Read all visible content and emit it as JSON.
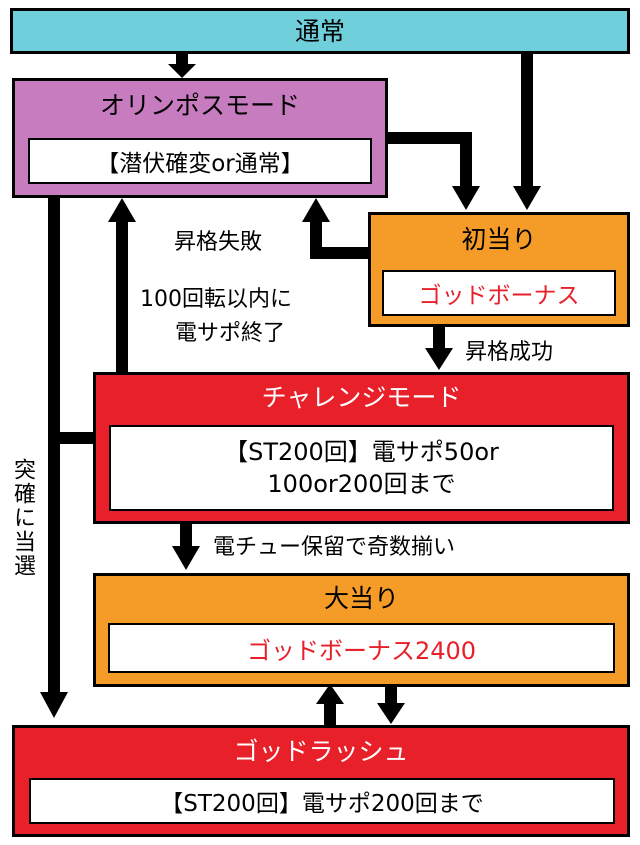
{
  "colors": {
    "normal_bg": "#6fd0dc",
    "olympus_bg": "#c87cc0",
    "hit_bg": "#f59b27",
    "challenge_bg": "#e8202a",
    "rush_bg": "#e8202a",
    "red_text": "#e8202a",
    "white_text": "#ffffff"
  },
  "nodes": {
    "normal": {
      "title": "通常"
    },
    "olympus": {
      "title": "オリンポスモード",
      "detail": "【潜伏確変or通常】"
    },
    "first_hit": {
      "title": "初当り",
      "detail": "ゴッドボーナス"
    },
    "challenge": {
      "title": "チャレンジモード",
      "detail_line1": "【ST200回】電サポ50or",
      "detail_line2": "100or200回まで"
    },
    "big_hit": {
      "title": "大当り",
      "detail": "ゴッドボーナス2400"
    },
    "god_rush": {
      "title": "ゴッドラッシュ",
      "detail": "【ST200回】電サポ200回まで"
    }
  },
  "edge_labels": {
    "upgrade_fail": "昇格失敗",
    "end_line1": "100回転以内に",
    "end_line2": "電サポ終了",
    "upgrade_success": "昇格成功",
    "hold_odd": "電チュー保留で奇数揃い",
    "sudden_line": "突確に当選"
  }
}
